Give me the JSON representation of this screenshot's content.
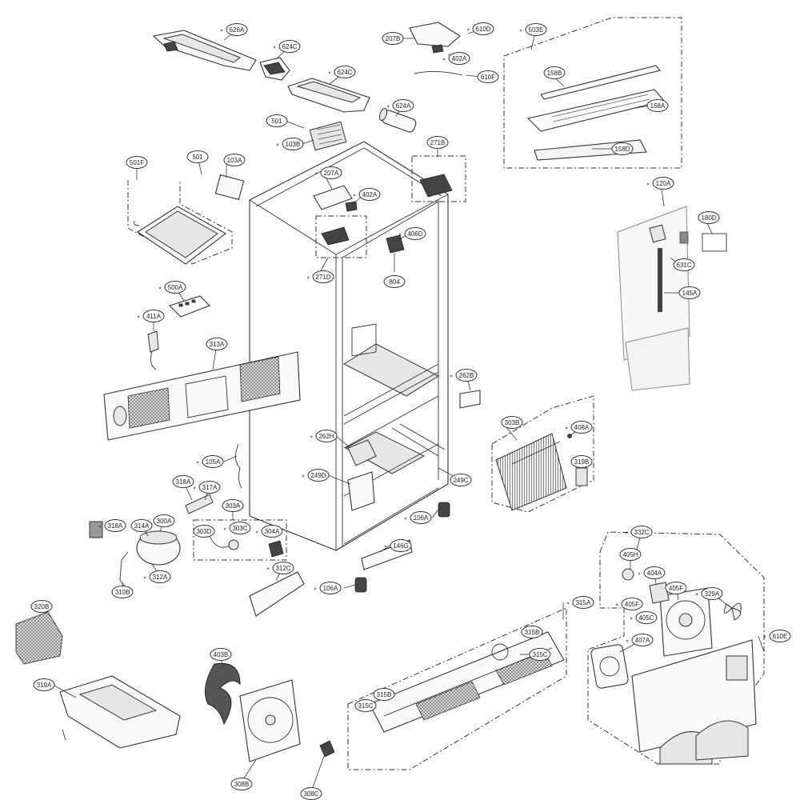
{
  "labels": {
    "l626A": "626A",
    "l624C": "624C",
    "l624Cb": "624C",
    "l624A": "624A",
    "l207B": "207B",
    "l610D": "610D",
    "l402A": "402A",
    "l610F": "610F",
    "l503E": "503E",
    "l158B": "158B",
    "l158A": "158A",
    "l158D": "158D",
    "l501": "501",
    "l103B": "103B",
    "l271B": "271B",
    "l501b": "501",
    "l103A": "103A",
    "l501F": "501F",
    "l207A": "207A",
    "l402Ab": "402A",
    "l406D": "406D",
    "l271D": "271D",
    "l804": "804",
    "l120A": "120A",
    "l180D": "180D",
    "l631C": "631C",
    "l145A": "145A",
    "l500A": "500A",
    "l411A": "411A",
    "l313A": "313A",
    "l262B": "262B",
    "l303B": "303B",
    "l408A": "408A",
    "l319B": "319B",
    "l262H": "262H",
    "l105A": "105A",
    "l318A": "318A",
    "l317A": "317A",
    "l249D": "249D",
    "l249C": "249C",
    "l303A": "303A",
    "l106A": "106A",
    "l318Ab": "318A",
    "l314A": "314A",
    "l300A": "300A",
    "l303D": "303D",
    "l303C": "303C",
    "l304A": "304A",
    "l146G": "146G",
    "l332C": "332C",
    "l312C": "312C",
    "l312A": "312A",
    "l310B": "310B",
    "l106Ab": "106A",
    "l405H": "405H",
    "l404A": "404A",
    "l405F": "405F",
    "l405Fb": "405F",
    "l329A": "329A",
    "l405C": "405C",
    "l315A": "315A",
    "l320B": "320B",
    "l403B": "403B",
    "l315B": "315B",
    "l407A": "407A",
    "l610E": "610E",
    "l315C": "315C",
    "l319A": "319A",
    "l315Cb": "315C",
    "l315Bb": "315B",
    "l308B": "308B",
    "l308C": "308C"
  }
}
